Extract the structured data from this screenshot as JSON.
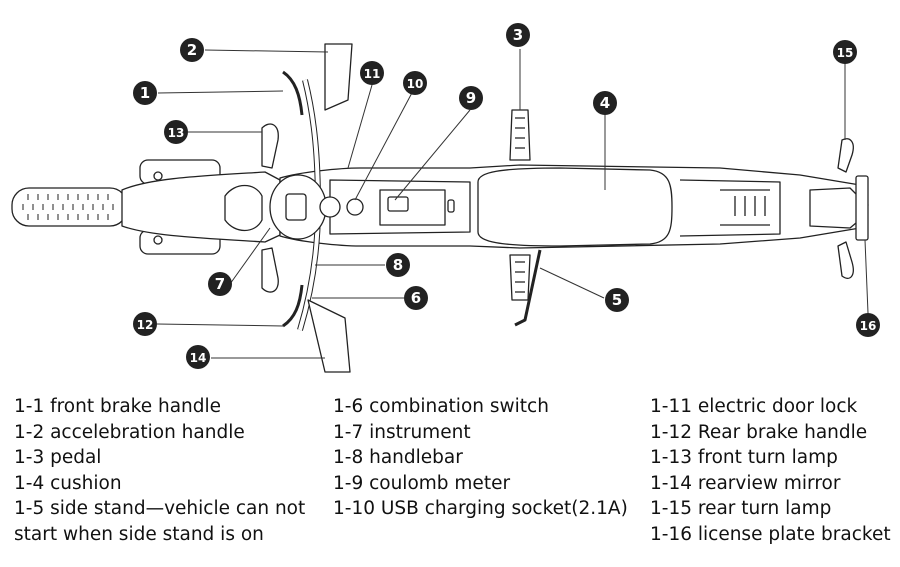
{
  "callouts": {
    "c1": "1",
    "c2": "2",
    "c3": "3",
    "c4": "4",
    "c5": "5",
    "c6": "6",
    "c7": "7",
    "c8": "8",
    "c9": "9",
    "c10": "10",
    "c11": "11",
    "c12": "12",
    "c13": "13",
    "c14": "14",
    "c15": "15",
    "c16": "16"
  },
  "legend": {
    "col1": [
      "1-1 front brake handle",
      "1-2 accelebration handle",
      "1-3 pedal",
      "1-4 cushion",
      "1-5 side stand—vehicle can not",
      "start when side stand is on"
    ],
    "col2": [
      "1-6 combination switch",
      "1-7 instrument",
      "1-8 handlebar",
      "1-9 coulomb meter",
      "1-10 USB charging socket(2.1A)"
    ],
    "col3": [
      "1-11 electric door lock",
      "1-12 Rear brake handle",
      "1-13  front turn lamp",
      "1-14 rearview mirror",
      "1-15   rear turn lamp",
      "1-16  license plate bracket"
    ]
  }
}
